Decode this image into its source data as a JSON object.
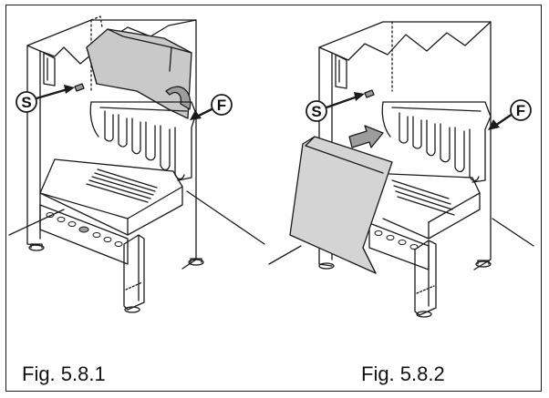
{
  "figures": [
    {
      "caption": "Fig. 5.8.1",
      "callouts": {
        "left": "S",
        "right": "F"
      }
    },
    {
      "caption": "Fig. 5.8.2",
      "callouts": {
        "left": "S",
        "right": "F"
      }
    }
  ],
  "colors": {
    "line": "#1a1a1a",
    "panel_fill": "#c9c9c9",
    "panel_dark": "#9d9d9d",
    "background": "#ffffff"
  }
}
